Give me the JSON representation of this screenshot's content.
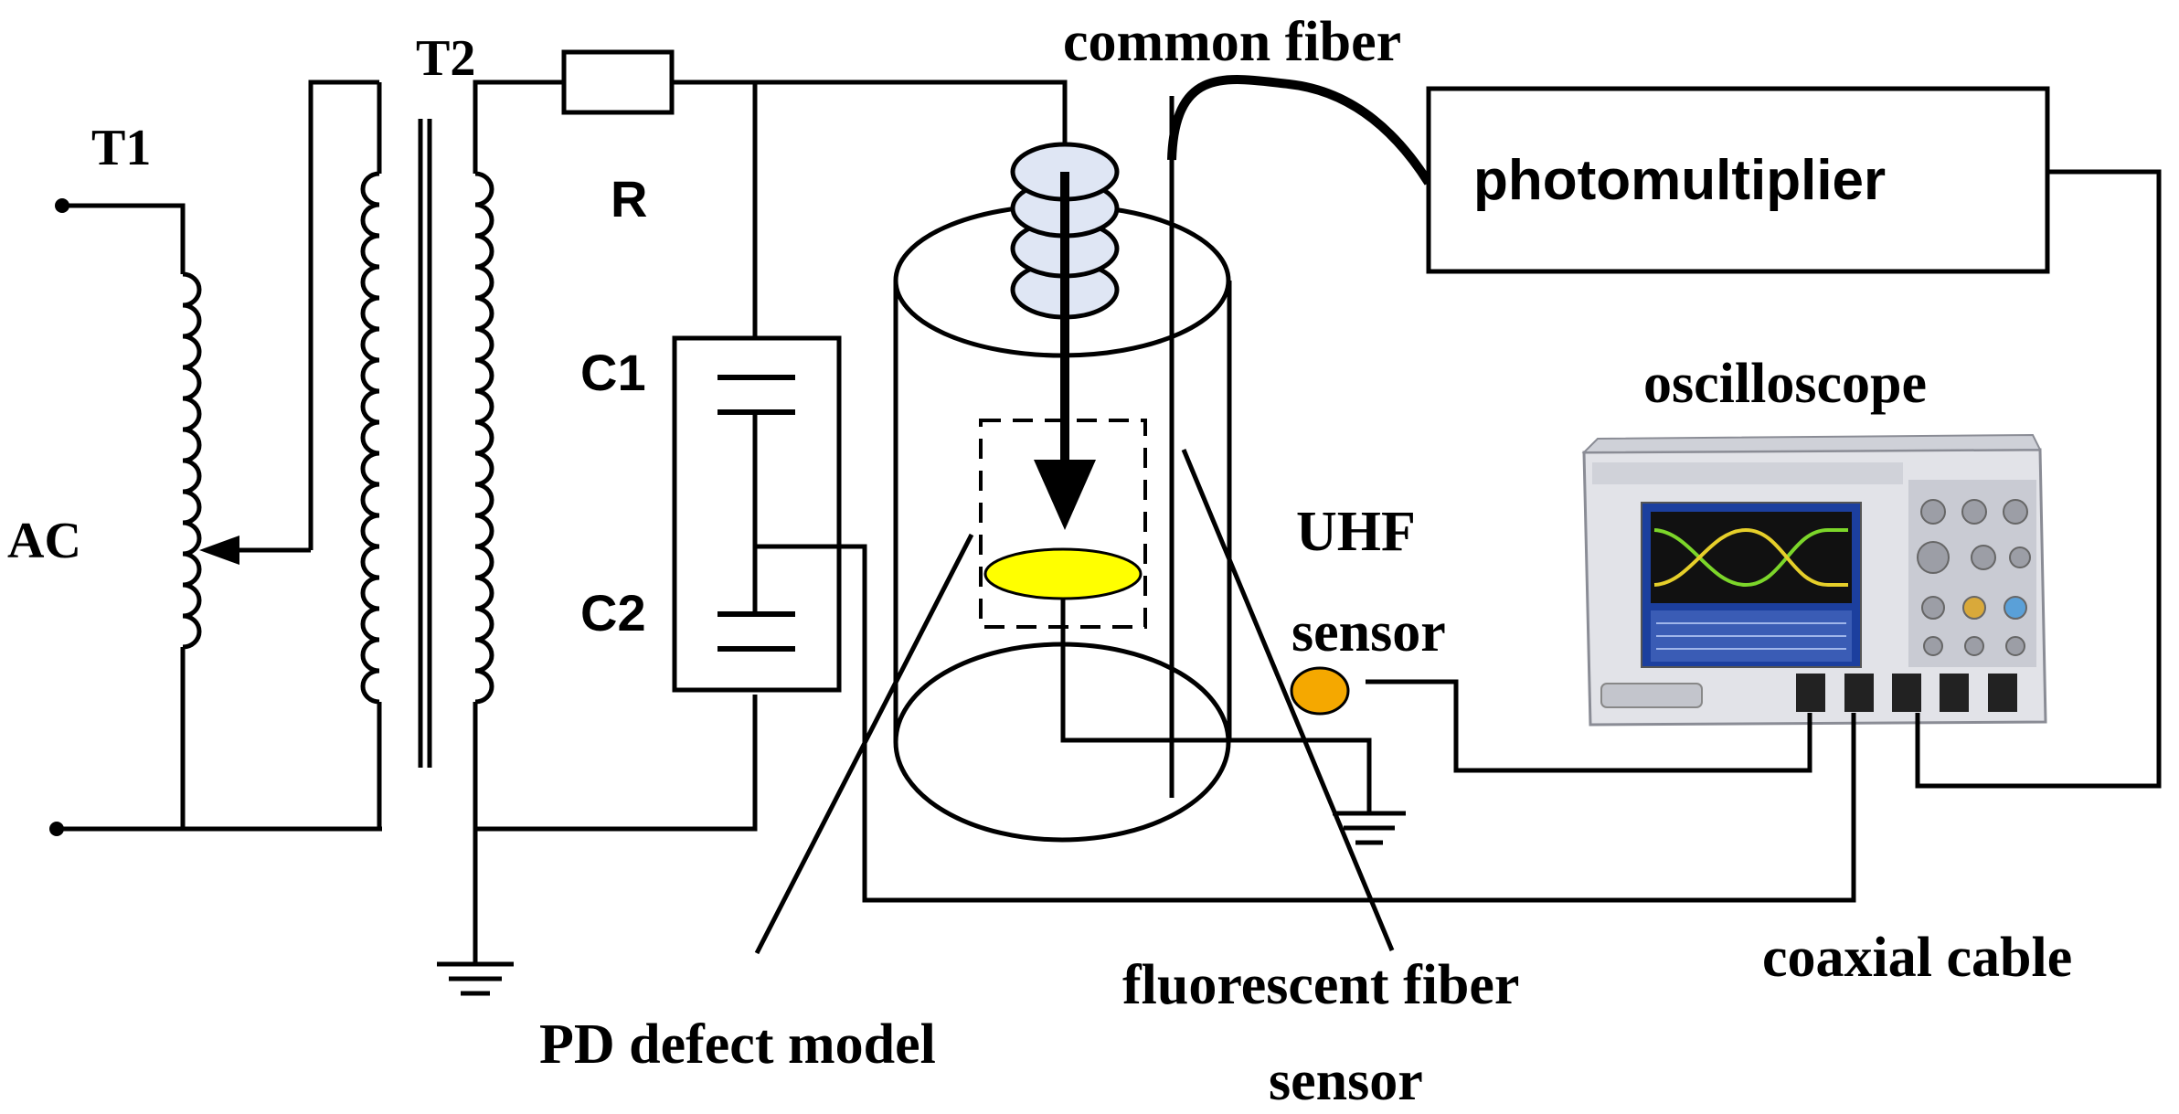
{
  "labels": {
    "t1": "T1",
    "t2": "T2",
    "ac": "AC",
    "r": "R",
    "c1": "C1",
    "c2": "C2",
    "common_fiber": "common fiber",
    "photomultiplier": "photomultiplier",
    "oscilloscope": "oscilloscope",
    "uhf_line1": "UHF",
    "uhf_line2": "sensor",
    "coaxial_cable": "coaxial cable",
    "pd_defect_model": "PD defect model",
    "fluorescent_line1": "fluorescent fiber",
    "fluorescent_line2": "sensor"
  },
  "colors": {
    "line": "#000000",
    "electrode": "#ffff00",
    "uhf_sensor": "#f5a800",
    "bushing": "#dfe6f4",
    "scope_body": "#e2e3e8",
    "scope_screen": "#1c3f9e",
    "waveform": "#7cd62a"
  }
}
